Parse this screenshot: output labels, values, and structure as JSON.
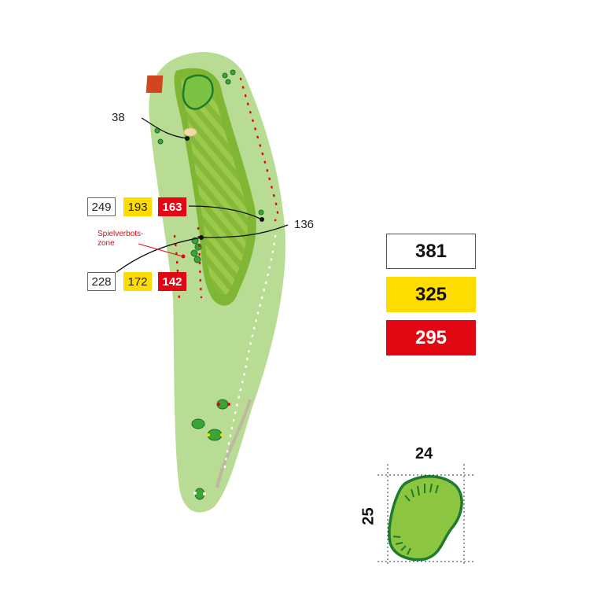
{
  "hole": {
    "lengths": {
      "white": "381",
      "yellow": "325",
      "red": "295"
    },
    "colors": {
      "rough": "#b9dc95",
      "fairway": "#8cbf3f",
      "green": "#7cc242",
      "green_edge": "#1e7a2e",
      "white_tee": "#ffffff",
      "yellow_tee": "#ffdc00",
      "red_tee": "#e30613"
    }
  },
  "labels": {
    "bunker_distance": "38",
    "right_marker": "136",
    "out_of_bounds_zone": "Spielverbots-\nzone"
  },
  "markers": [
    {
      "white": "249",
      "yellow": "193",
      "red": "163"
    },
    {
      "white": "228",
      "yellow": "172",
      "red": "142"
    }
  ],
  "green": {
    "width": "24",
    "depth": "25"
  }
}
